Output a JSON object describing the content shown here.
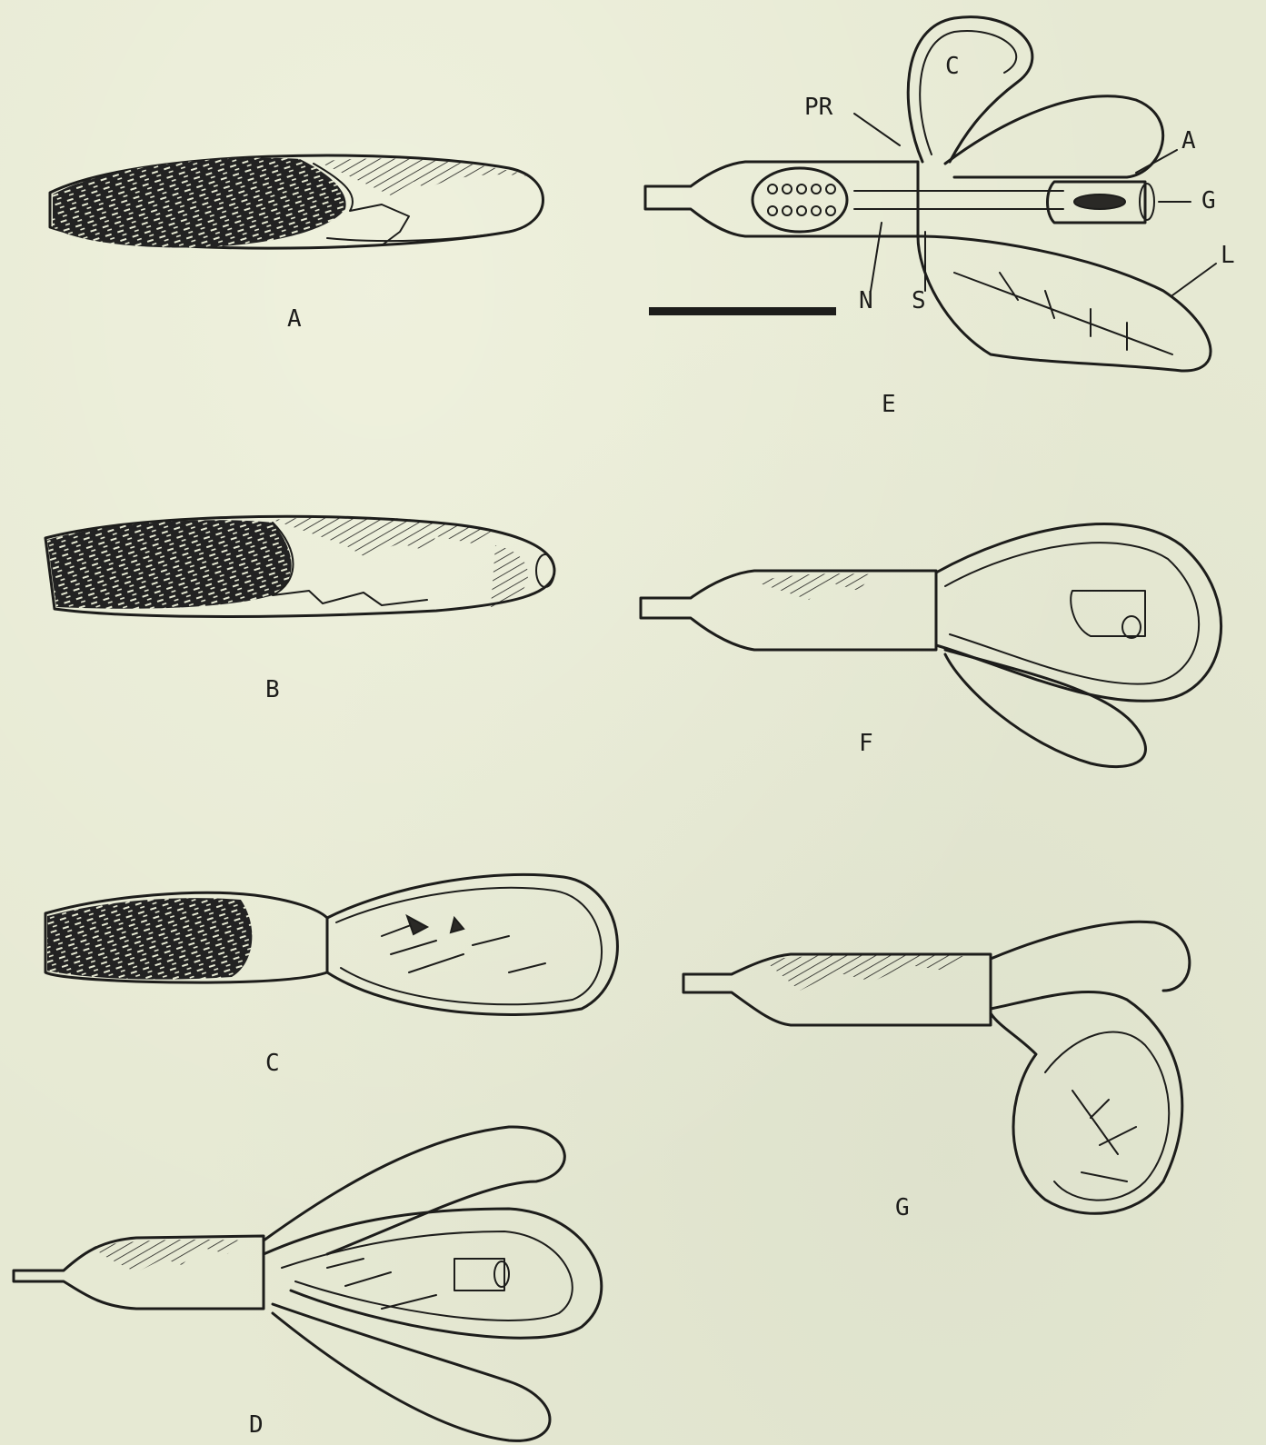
{
  "figure_labels": {
    "A": "A",
    "B": "B",
    "C": "C",
    "D": "D",
    "E": "E",
    "F": "F",
    "G": "G"
  },
  "part_labels": {
    "cotyledon": "C",
    "pericarp_rupture": "PR",
    "axis": "A",
    "root_tip": "G",
    "leaf": "L",
    "node": "N",
    "seed_part": "S"
  },
  "colors": {
    "paper": "#e6e9d3",
    "ink": "#1d1d1b"
  }
}
